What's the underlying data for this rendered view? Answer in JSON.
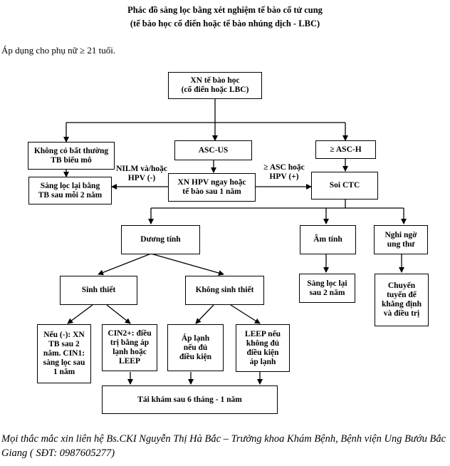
{
  "header": {
    "title_line1": "Phác đồ sàng lọc bằng xét nghiệm tế bào cổ tử cung",
    "title_line2": "(tế bào học cổ điển hoặc tế bào nhúng dịch - LBC)"
  },
  "applies_note": "Áp dụng cho phụ nữ ≥ 21 tuổi.",
  "nodes": {
    "root_line1": "XN tế bào học",
    "root_line2": "(cổ điển hoặc LBC)",
    "no_abnormal_line1": "Không có bất thường",
    "no_abnormal_line2": "TB biểu mô",
    "ascus": "ASC-US",
    "asch": "≥ ASC-H",
    "rescreen_2y_line1": "Sàng lọc lại bằng",
    "rescreen_2y_line2": "TB sau mỗi 2 năm",
    "hpv_test_line1": "XN HPV ngay hoặc",
    "hpv_test_line2": "tế bào sau 1 năm",
    "colposcopy": "Soi CTC",
    "positive": "Dương tính",
    "negative": "Âm tính",
    "suspect_cancer_line1": "Nghi ngờ",
    "suspect_cancer_line2": "ung thư",
    "biopsy": "Sinh thiết",
    "no_biopsy": "Không sinh thiết",
    "rescreen_after2_line1": "Sàng lọc lại",
    "rescreen_after2_line2": "sau 2 năm",
    "referral_line1": "Chuyển",
    "referral_line2": "tuyến để",
    "referral_line3": "khẳng định",
    "referral_line4": "và điều trị",
    "neg_biopsy_line1": "Nếu (-): XN",
    "neg_biopsy_line2": "TB sau 2",
    "neg_biopsy_line3": "năm. CIN1:",
    "neg_biopsy_line4": "sàng lọc sau",
    "neg_biopsy_line5": "1 năm",
    "cin2_line1": "CIN2+: điều",
    "cin2_line2": "trị bằng áp",
    "cin2_line3": "lạnh hoặc",
    "cin2_line4": "LEEP",
    "cryo_line1": "Áp lạnh",
    "cryo_line2": "nếu đủ",
    "cryo_line3": "điều kiện",
    "leep_line1": "LEEP nếu",
    "leep_line2": "không đủ",
    "leep_line3": "điều kiện",
    "leep_line4": "áp lạnh",
    "followup": "Tái khám sau 6 tháng - 1 năm"
  },
  "edge_labels": {
    "nilm_line1": "NILM và/hoặc",
    "nilm_line2": "HPV (-)",
    "asc_hpv_line1": "≥ ASC hoặc",
    "asc_hpv_line2": "HPV (+)"
  },
  "footer": "Mọi thắc mắc xin liên hệ Bs.CKI Nguyễn Thị Hà Bắc – Trưởng khoa Khám Bệnh, Bệnh viện Ung Bướu Bắc Giang ( SĐT: 0987605277)"
}
